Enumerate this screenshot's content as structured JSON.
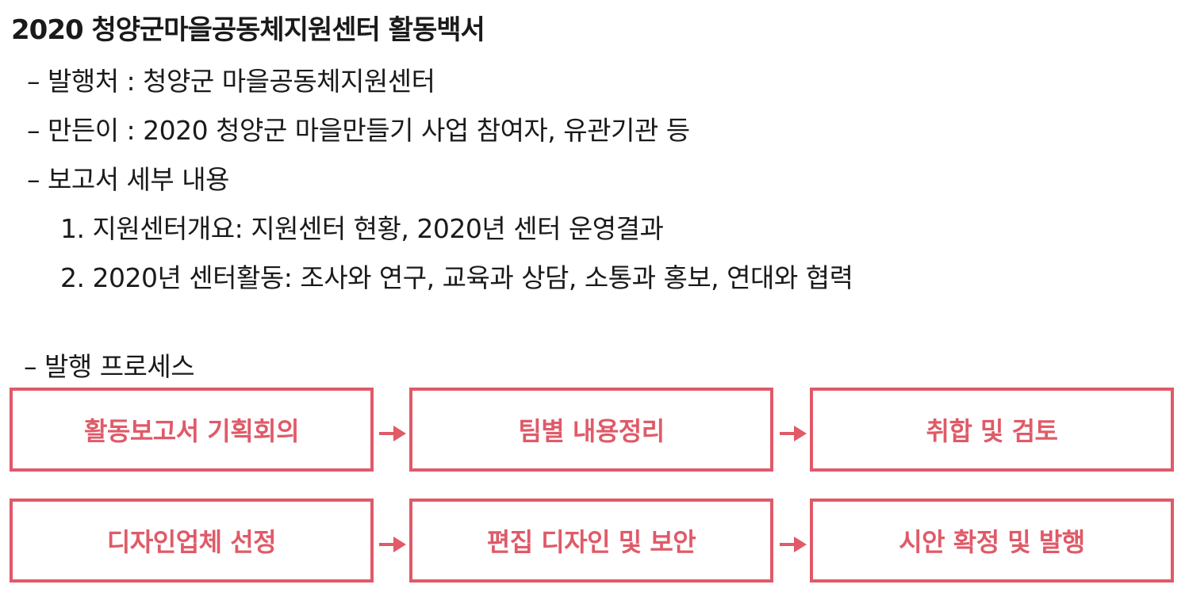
{
  "document": {
    "title": "2020 청양군마을공동체지원센터 활동백서",
    "lines": [
      "– 발행처 : 청양군 마을공동체지원센터",
      "– 만든이 : 2020 청양군 마을만들기 사업 참여자, 유관기관 등",
      "– 보고서 세부 내용",
      "1. 지원센터개요: 지원센터 현황, 2020년 센터 운영결과",
      "2. 2020년 센터활동: 조사와 연구, 교육과 상담, 소통과 홍보, 연대와 협력"
    ],
    "process_heading": "– 발행 프로세스"
  },
  "process": {
    "accent_color": "#e05a68",
    "steps": [
      "활동보고서 기획회의",
      "팀별 내용정리",
      "취합 및 검토",
      "디자인업체 선정",
      "편집 디자인 및 보안",
      "시안 확정 및 발행"
    ],
    "arrow_icon": "right-arrow-icon"
  }
}
